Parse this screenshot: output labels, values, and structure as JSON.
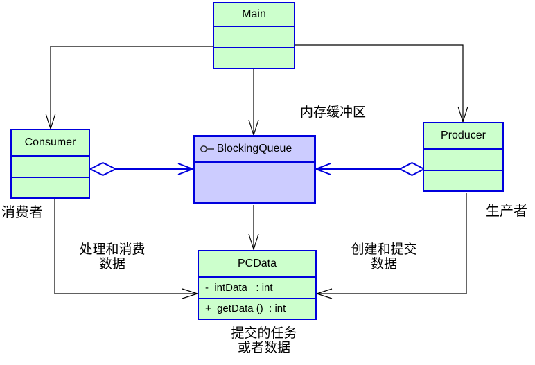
{
  "classes": {
    "main": {
      "name": "Main"
    },
    "consumer": {
      "name": "Consumer"
    },
    "blocking_queue": {
      "name": "BlockingQueue"
    },
    "producer": {
      "name": "Producer"
    },
    "pcdata": {
      "name": "PCData",
      "attribute": "-  intData   : int",
      "method": "+  getData ()  : int"
    }
  },
  "annotations": {
    "memory_buffer": "内存缓冲区",
    "consumer_role": "消费者",
    "producer_role": "生产者",
    "consume_note_line1": "处理和消费",
    "consume_note_line2": "数据",
    "produce_note_line1": "创建和提交",
    "produce_note_line2": "数据",
    "data_note_line1": "提交的任务",
    "data_note_line2": "或者数据"
  },
  "icons": {
    "blocking_queue_marker": "key-icon"
  },
  "colors": {
    "class_fill_green": "#ccffcc",
    "queue_fill_lavender": "#ccccff",
    "outline_blue": "#0000dd",
    "connector_black": "#000000",
    "background": "#ffffff"
  }
}
